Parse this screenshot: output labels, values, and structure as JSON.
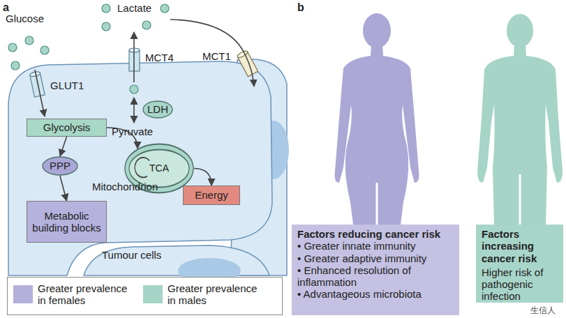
{
  "diagram": {
    "nodes": [
      {
        "text": [
          "Glycolysis"
        ]
      },
      {
        "text": [
          "PPP"
        ]
      },
      {
        "text": [
          "Metabolic building blocks"
        ]
      },
      {
        "text": [
          "TCA",
          "Mitochondrion"
        ]
      },
      {
        "text": [
          "Energy"
        ]
      },
      {
        "text": [
          "LDH"
        ]
      },
      {
        "text": [
          "Factors reducing cancer risk",
          "• Greater innate immunity",
          "• Greater adaptive immunity",
          "• Enhanced resolution of inflammation",
          "• Advantageous microbiota"
        ]
      },
      {
        "text": [
          "Factors increasing cancer risk",
          "Higher risk of pathogenic infection"
        ]
      }
    ],
    "edges": [
      {
        "from": 0,
        "to": 1,
        "arrow": "to"
      },
      {
        "from": 1,
        "to": 2,
        "arrow": "to"
      },
      {
        "from": 0,
        "to": 3,
        "arrow": "to"
      },
      {
        "from": 3,
        "to": 4,
        "arrow": "to"
      }
    ],
    "labels": [
      "a",
      "b",
      "Glucose",
      "GLUT1",
      "Lactate",
      "MCT4",
      "Pyruvate",
      "MCT1",
      "Tumour cells",
      "生信人"
    ],
    "legend": [
      {
        "text": "Greater prevalence in females",
        "color": "#b3b0da"
      },
      {
        "text": "Greater prevalence in males",
        "color": "#a6d4c7"
      }
    ]
  }
}
